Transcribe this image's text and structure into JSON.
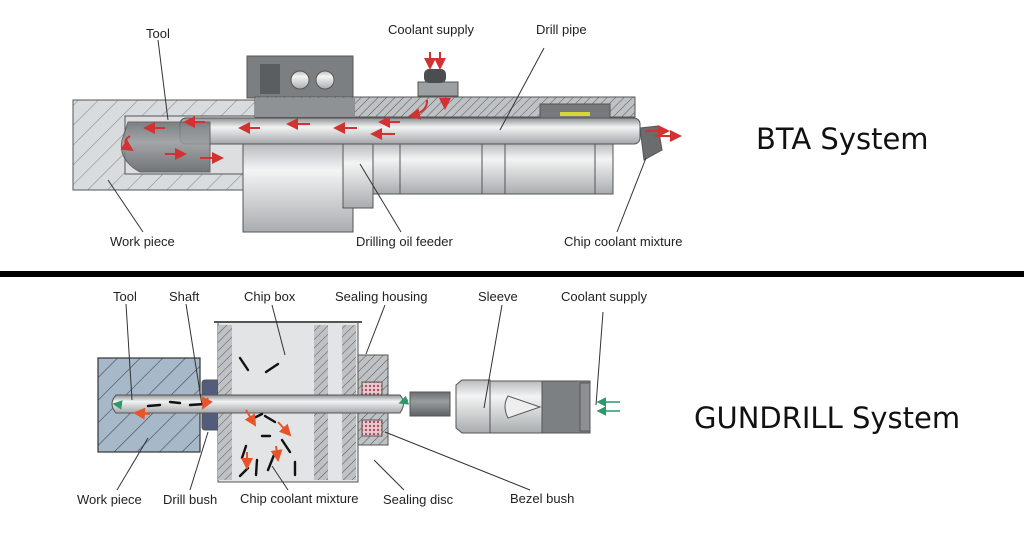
{
  "panels": [
    {
      "id": "bta",
      "title": "BTA System",
      "labels": {
        "tool": "Tool",
        "coolant_supply": "Coolant supply",
        "drill_pipe": "Drill pipe",
        "work_piece": "Work piece",
        "drilling_oil_feeder": "Drilling oil feeder",
        "chip_coolant_mixture": "Chip coolant mixture"
      }
    },
    {
      "id": "gundrill",
      "title": "GUNDRILL System",
      "labels": {
        "tool": "Tool",
        "shaft": "Shaft",
        "chip_box": "Chip box",
        "sealing_housing": "Sealing housing",
        "sleeve": "Sleeve",
        "coolant_supply": "Coolant supply",
        "work_piece": "Work piece",
        "drill_bush": "Drill bush",
        "chip_coolant_mixture": "Chip coolant mixture",
        "sealing_disc": "Sealing disc",
        "bezel_bush": "Bezel bush"
      }
    }
  ],
  "colors": {
    "flow_red": "#d23232",
    "flow_orange": "#e8542a",
    "flow_green": "#2a9a6a",
    "divider": "#000000",
    "workpiece_blue": "#a7b8c8"
  }
}
